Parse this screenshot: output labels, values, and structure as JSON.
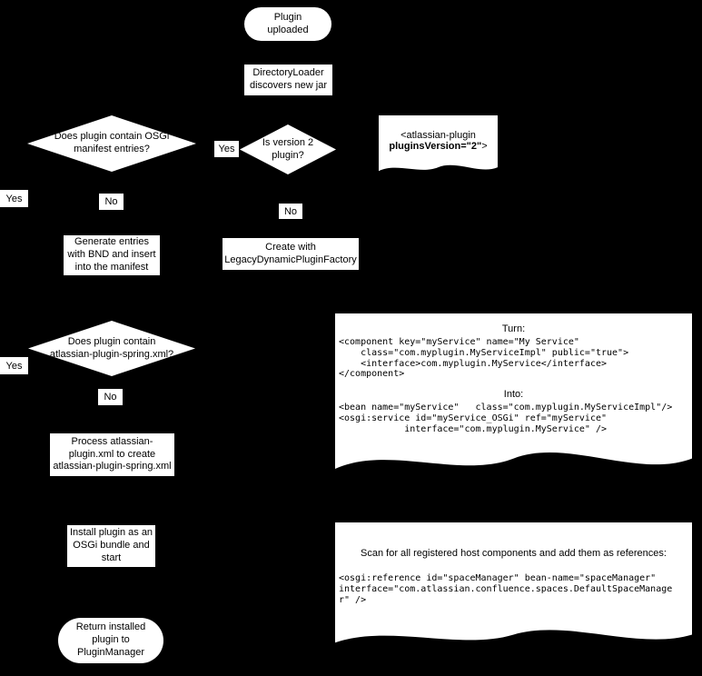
{
  "colors": {
    "background": "#000000",
    "node_fill": "#ffffff",
    "node_text": "#000000"
  },
  "nodes": {
    "start": {
      "label": [
        "Plugin",
        "uploaded"
      ]
    },
    "directory_loader": {
      "label": [
        "DirectoryLoader",
        "discovers new jar"
      ]
    },
    "osgi_manifest_decision": {
      "label": [
        "Does plugin contain OSGi",
        "manifest entries?"
      ]
    },
    "osgi_manifest_yes": {
      "label": "Yes"
    },
    "osgi_manifest_no": {
      "label": "No"
    },
    "version2_decision": {
      "label": [
        "Is version 2",
        "plugin?"
      ]
    },
    "version2_yes": {
      "label": "Yes"
    },
    "version2_no": {
      "label": "No"
    },
    "atlassian_plugin_doc": {
      "line1": "<atlassian-plugin",
      "line2_bold": "pluginsVersion=\"2\"",
      "line2_suffix": ">"
    },
    "generate_entries": {
      "label": [
        "Generate entries",
        "with BND and insert",
        "into the manifest"
      ]
    },
    "create_legacy": {
      "label": [
        "Create with",
        "LegacyDynamicPluginFactory"
      ]
    },
    "spring_xml_decision": {
      "label": [
        "Does plugin contain",
        "atlassian-plugin-spring.xml?"
      ]
    },
    "spring_xml_yes": {
      "label": "Yes"
    },
    "spring_xml_no": {
      "label": "No"
    },
    "transform_doc": {
      "turn_label": "Turn:",
      "turn_code": [
        "<component key=\"myService\" name=\"My Service\"",
        "    class=\"com.myplugin.MyServiceImpl\" public=\"true\">",
        "    <interface>com.myplugin.MyService</interface>",
        "</component>"
      ],
      "into_label": "Into:",
      "into_code": [
        "<bean name=\"myService\"   class=\"com.myplugin.MyServiceImpl\"/>",
        "<osgi:service id=\"myService_OSGi\" ref=\"myService\"",
        "            interface=\"com.myplugin.MyService\" />"
      ]
    },
    "process_plugin_xml": {
      "label": [
        "Process atlassian-",
        "plugin.xml to create",
        "atlassian-plugin-spring.xml"
      ]
    },
    "install_bundle": {
      "label": [
        "Install plugin as an",
        "OSGi bundle and",
        "start"
      ]
    },
    "host_components_doc": {
      "heading": "Scan for all registered host components and add them as references:",
      "code": [
        "<osgi:reference id=\"spaceManager\" bean-name=\"spaceManager\"",
        "interface=\"com.atlassian.confluence.spaces.DefaultSpaceManage",
        "r\" />"
      ]
    },
    "return_plugin": {
      "label": [
        "Return installed",
        "plugin to",
        "PluginManager"
      ]
    }
  }
}
